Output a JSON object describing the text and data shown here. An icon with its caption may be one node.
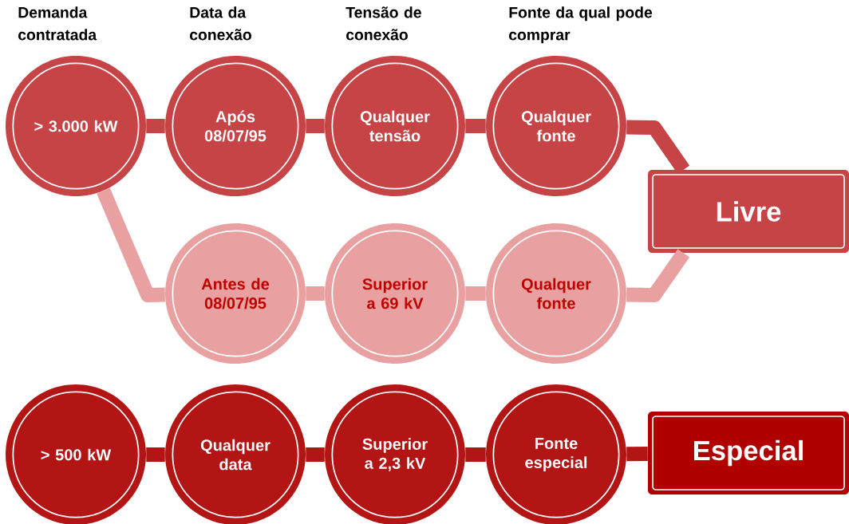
{
  "diagram": {
    "nodes": [
      {
        "text": [
          "> 3.000 kW"
        ]
      },
      {
        "text": [
          "Após 08/07/95"
        ]
      },
      {
        "text": [
          "Qualquer tensão"
        ]
      },
      {
        "text": [
          "Qualquer fonte"
        ]
      },
      {
        "text": [
          "Livre"
        ]
      },
      {
        "text": [
          "Antes de 08/07/95"
        ]
      },
      {
        "text": [
          "Superior a 69 kV"
        ]
      },
      {
        "text": [
          "Qualquer fonte"
        ]
      },
      {
        "text": [
          "> 500 kW"
        ]
      },
      {
        "text": [
          "Qualquer data"
        ]
      },
      {
        "text": [
          "Superior a 2,3 kV"
        ]
      },
      {
        "text": [
          "Fonte especial"
        ]
      },
      {
        "text": [
          "Especial"
        ]
      }
    ],
    "edges": [
      {
        "from": 0,
        "to": 1,
        "arrow": "none",
        "color": "#c64346"
      },
      {
        "from": 1,
        "to": 2,
        "arrow": "none",
        "color": "#c64346"
      },
      {
        "from": 2,
        "to": 3,
        "arrow": "none",
        "color": "#c64346"
      },
      {
        "from": 3,
        "to": 4,
        "arrow": "none",
        "color": "#c64346"
      },
      {
        "from": 0,
        "to": 5,
        "arrow": "none",
        "color": "#e8a0a0"
      },
      {
        "from": 5,
        "to": 6,
        "arrow": "none",
        "color": "#e8a0a0"
      },
      {
        "from": 6,
        "to": 7,
        "arrow": "none",
        "color": "#e8a0a0"
      },
      {
        "from": 7,
        "to": 4,
        "arrow": "none",
        "color": "#e8a0a0"
      },
      {
        "from": 8,
        "to": 9,
        "arrow": "none",
        "color": "#b31515"
      },
      {
        "from": 9,
        "to": 10,
        "arrow": "none",
        "color": "#b31515"
      },
      {
        "from": 10,
        "to": 11,
        "arrow": "none",
        "color": "#b31515"
      },
      {
        "from": 11,
        "to": 12,
        "arrow": "none",
        "color": "#b31515"
      }
    ],
    "labels": [
      "Demanda contratada",
      "Data da conexão",
      "Tensão de conexão",
      "Fonte da qual pode comprar"
    ]
  }
}
